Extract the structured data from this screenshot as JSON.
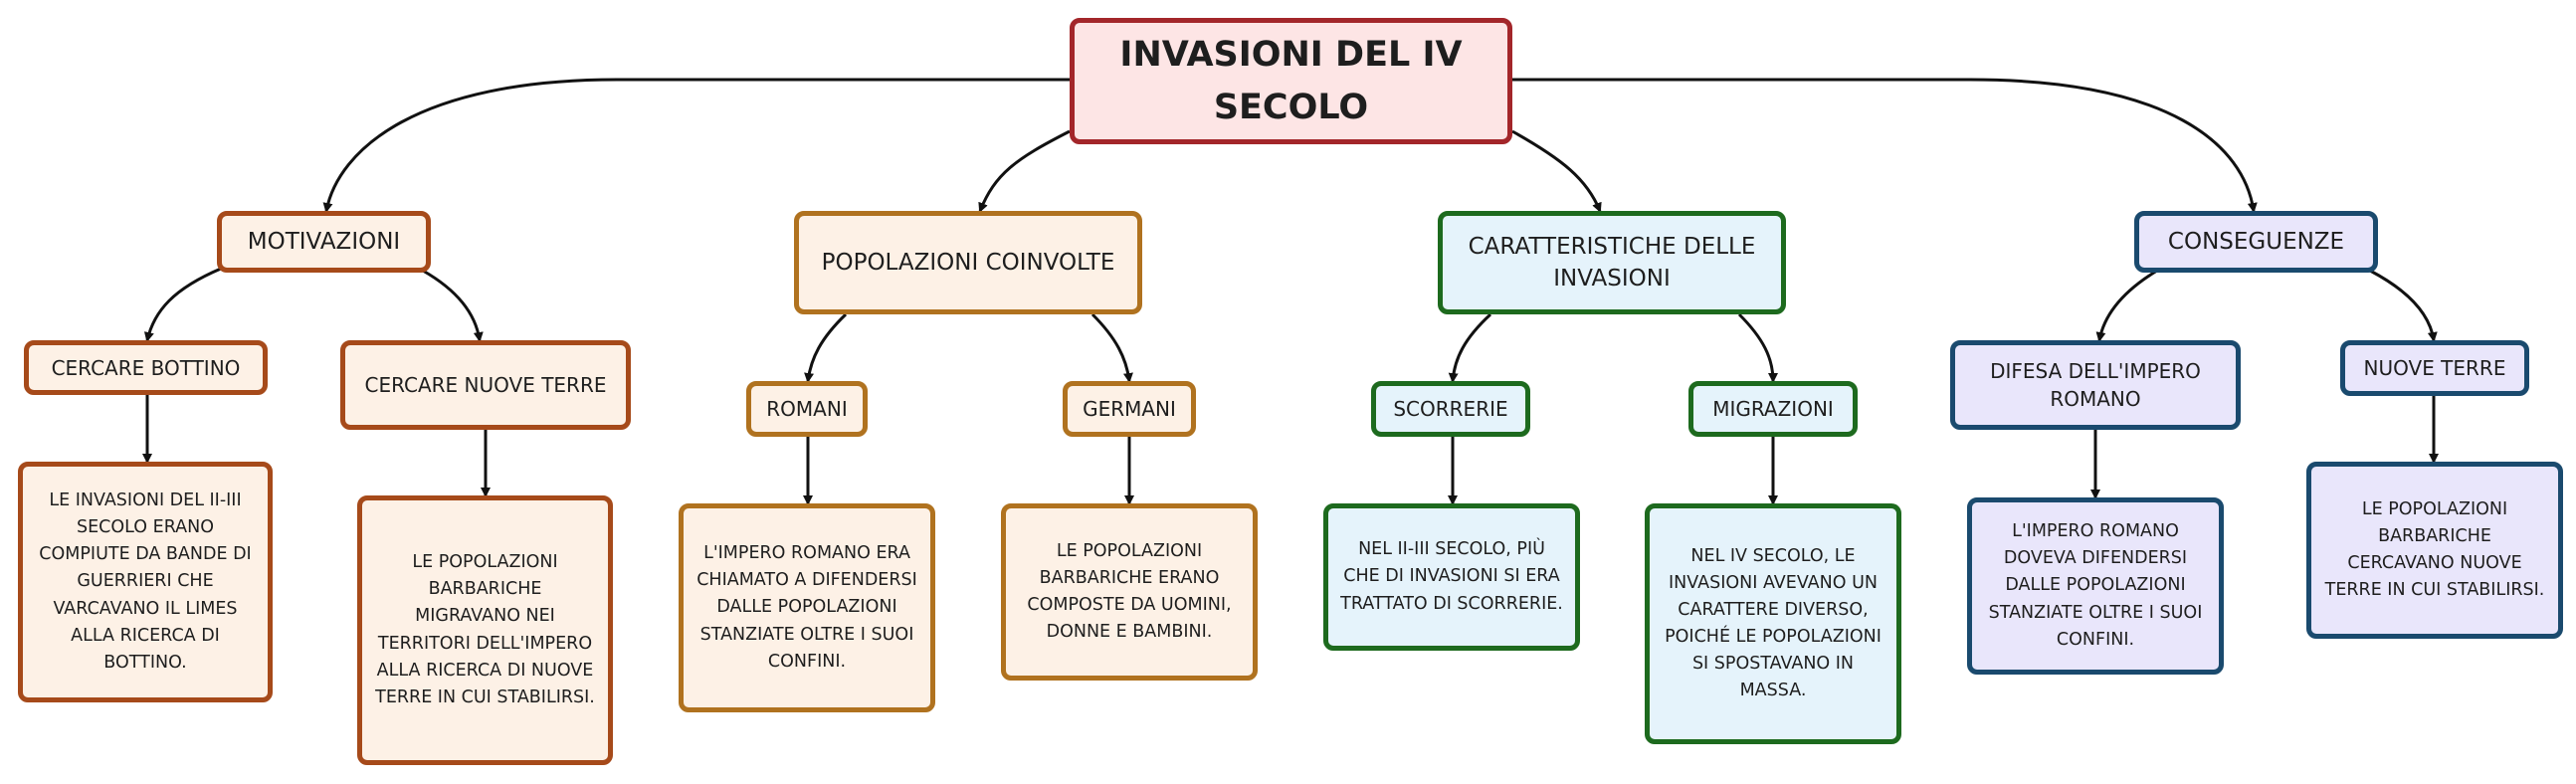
{
  "root": {
    "title": "INVASIONI DEL IV SECOLO"
  },
  "branches": {
    "motivazioni": {
      "label": "MOTIVAZIONI",
      "sub1": {
        "label": "CERCARE BOTTINO",
        "detail": "LE INVASIONI DEL II-III SECOLO ERANO COMPIUTE DA BANDE DI GUERRIERI CHE VARCAVANO IL LIMES ALLA RICERCA DI BOTTINO."
      },
      "sub2": {
        "label": "CERCARE NUOVE TERRE",
        "detail": "LE POPOLAZIONI BARBARICHE MIGRAVANO NEI TERRITORI DELL'IMPERO ALLA RICERCA DI NUOVE TERRE IN CUI STABILIRSI."
      }
    },
    "popolazioni": {
      "label": "POPOLAZIONI COINVOLTE",
      "sub1": {
        "label": "ROMANI",
        "detail": "L'IMPERO ROMANO ERA CHIAMATO A DIFENDERSI DALLE POPOLAZIONI STANZIATE OLTRE I SUOI CONFINI."
      },
      "sub2": {
        "label": "GERMANI",
        "detail": "LE POPOLAZIONI BARBARICHE ERANO COMPOSTE DA UOMINI, DONNE E BAMBINI."
      }
    },
    "caratteristiche": {
      "label": "CARATTERISTICHE DELLE INVASIONI",
      "sub1": {
        "label": "SCORRERIE",
        "detail": "NEL II-III SECOLO, PIÙ CHE DI INVASIONI SI ERA TRATTATO DI SCORRERIE."
      },
      "sub2": {
        "label": "MIGRAZIONI",
        "detail": "NEL IV SECOLO, LE INVASIONI AVEVANO UN CARATTERE DIVERSO, POICHÉ LE POPOLAZIONI SI SPOSTAVANO IN MASSA."
      }
    },
    "conseguenze": {
      "label": "CONSEGUENZE",
      "sub1": {
        "label": "DIFESA DELL'IMPERO ROMANO",
        "detail": "L'IMPERO ROMANO DOVEVA DIFENDERSI DALLE POPOLAZIONI STANZIATE OLTRE I SUOI CONFINI."
      },
      "sub2": {
        "label": "NUOVE TERRE",
        "detail": "LE POPOLAZIONI BARBARICHE CERCAVANO NUOVE TERRE IN CUI STABILIRSI."
      }
    }
  },
  "colors": {
    "root_fill": "#fde5e5",
    "root_border": "#a3262a",
    "brown_border": "#a64a1a",
    "gold_border": "#b0721f",
    "green_border": "#1d6a1e",
    "blue_border": "#1a4a6e",
    "warm_fill": "#fdf1e6",
    "green_fill": "#e5f3fb",
    "blue_fill": "#e9e6fb",
    "connector": "#111111"
  }
}
